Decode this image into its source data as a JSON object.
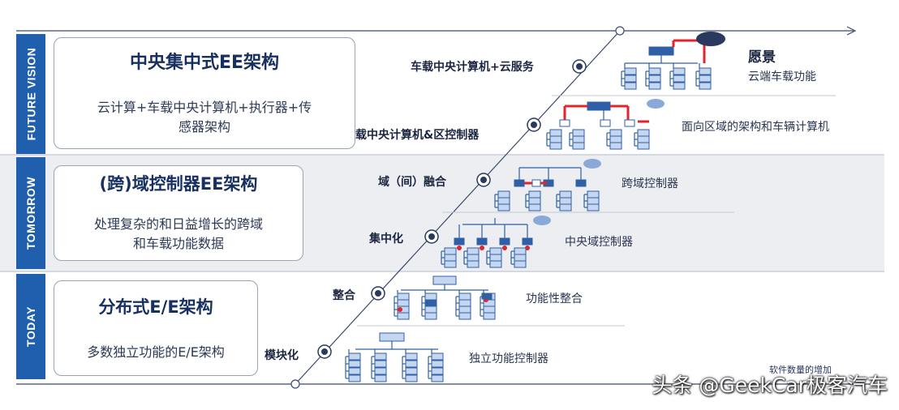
{
  "tiers": [
    {
      "side_label": "FUTURE VISION",
      "title": "中央集中式EE架构",
      "desc_line1": "云计算+车载中央计算机+执行器+传",
      "desc_line2": "感器架构"
    },
    {
      "side_label": "TOMORROW",
      "title": "(跨)域控制器EE架构",
      "desc_line1": "处理复杂的和日益增长的跨域",
      "desc_line2": "和车载功能数据"
    },
    {
      "side_label": "TODAY",
      "title": "分布式E/E架构",
      "desc_line1": "多数独立功能的E/E架构",
      "desc_line2": ""
    }
  ],
  "stages": [
    {
      "label": "模块化",
      "right_label": "独立功能控制器"
    },
    {
      "label": "整合",
      "right_label": "功能性整合"
    },
    {
      "label": "集中化",
      "right_label": "中央域控制器"
    },
    {
      "label": "域（间）融合",
      "right_label": "跨域控制器"
    },
    {
      "label": "载中央计算机&区控制器",
      "right_label": "面向区域的架构和车辆计算机"
    },
    {
      "label": "车载中央计算机+云服务",
      "right_label": "愿景",
      "right_sublabel": "云端车载功能"
    }
  ],
  "axis_label": "软件数量的增加",
  "watermark": "头条 @GeekCar极客汽车",
  "colors": {
    "side_blue": "#1f5fae",
    "line": "#3b4a6b",
    "node_blue": "#2f5fa6",
    "node_light": "#c5d7f0",
    "highlight_red": "#e0262d",
    "cloud": "#8aa8d8"
  }
}
